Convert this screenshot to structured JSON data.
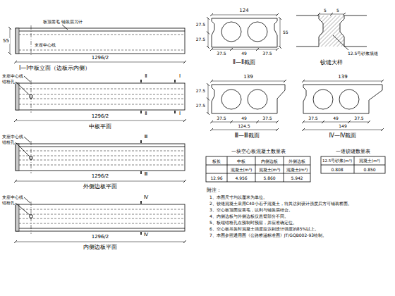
{
  "diagram": {
    "labels": [
      "板顶凿毛 铺装层另计",
      "55",
      "支座中心线",
      "1296/2",
      "Ⅰ—Ⅰ中板立面（边板示内侧）",
      "支座中心线",
      "锚栓孔",
      "Ⅰ",
      "Ⅰ",
      "Ⅱ",
      "Ⅱ",
      "1296/2",
      "中板平面",
      "支座中心线",
      "锚栓孔",
      "Ⅲ",
      "Ⅲ",
      "1296/2",
      "外侧边板平面",
      "支座中心线",
      "锚栓孔",
      "Ⅳ",
      "Ⅳ",
      "1296/2",
      "内侧边板平面",
      "124",
      "27.5",
      "27.5",
      "55",
      "37.5",
      "49",
      "37.5",
      "Ⅱ—Ⅱ截面",
      "5",
      "5",
      "12.5号砂浆填缝",
      "铰缝大样",
      "139",
      "27.5",
      "27.5",
      "37.5",
      "49",
      "37.5",
      "124.5",
      "Ⅲ—Ⅲ截面",
      "139",
      "37.5",
      "49",
      "37.5",
      "149",
      "Ⅳ—Ⅳ截面",
      "一块空心板混凝土数量表",
      "板长",
      "中板",
      "内侧边板",
      "外侧边板",
      "混凝土(m³)",
      "混凝土(m³)",
      "混凝土(m³)",
      "12.96",
      "4.956",
      "5.860",
      "5.942",
      "一道铰缝数量表",
      "12.5号砂浆(m³)",
      "混凝土(m³)",
      "0.808",
      "0.850",
      "附注：",
      "1、本图尺寸均以厘米为单位。",
      "2、铰缝混凝土采用C40小石子混凝土，待其达到设计强度后方可铺装桥面。",
      "3、空心板顶面应凿毛，以利与铺装层结合。",
      "4、内侧边板与外侧边板仅悬臂部分不同。",
      "5、板端锚栓孔在预制时预留，并应准确定位。",
      "6、空心板吊装时混凝土强度应达到设计强度的85%以上。",
      "7、本图参照通用图《公路桥涵标准图》JT/GQB002-93绘制。"
    ]
  }
}
